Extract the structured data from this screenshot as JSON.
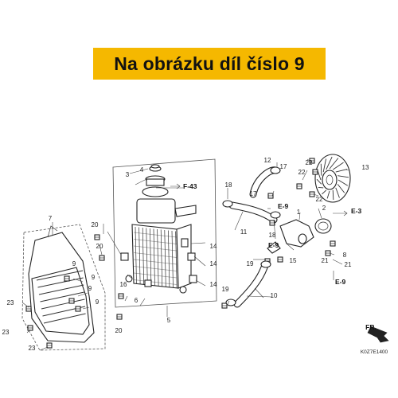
{
  "banner": {
    "text": "Na obrázku díl číslo 9",
    "color": "#f5b800"
  },
  "callouts": [
    {
      "label": "1"
    },
    {
      "label": "2"
    },
    {
      "label": "3"
    },
    {
      "label": "4"
    },
    {
      "label": "5"
    },
    {
      "label": "6"
    },
    {
      "label": "7"
    },
    {
      "label": "8"
    },
    {
      "label": "9"
    },
    {
      "label": "9"
    },
    {
      "label": "9"
    },
    {
      "label": "9"
    },
    {
      "label": "10"
    },
    {
      "label": "11"
    },
    {
      "label": "12"
    },
    {
      "label": "13"
    },
    {
      "label": "14"
    },
    {
      "label": "14"
    },
    {
      "label": "14"
    },
    {
      "label": "15"
    },
    {
      "label": "16"
    },
    {
      "label": "17"
    },
    {
      "label": "17"
    },
    {
      "label": "18"
    },
    {
      "label": "18"
    },
    {
      "label": "19"
    },
    {
      "label": "19"
    },
    {
      "label": "20"
    },
    {
      "label": "20"
    },
    {
      "label": "20"
    },
    {
      "label": "21"
    },
    {
      "label": "21"
    },
    {
      "label": "22"
    },
    {
      "label": "22"
    },
    {
      "label": "22"
    },
    {
      "label": "23"
    },
    {
      "label": "23"
    },
    {
      "label": "23"
    }
  ],
  "refs": [
    {
      "label": "F-43"
    },
    {
      "label": "E-9"
    },
    {
      "label": "E-9"
    },
    {
      "label": "E-9"
    },
    {
      "label": "E-3"
    }
  ],
  "front_marker": "FR.",
  "diagram_code": "K0Z7E1400",
  "colors": {
    "line": "#222222",
    "banner": "#f5b800"
  }
}
